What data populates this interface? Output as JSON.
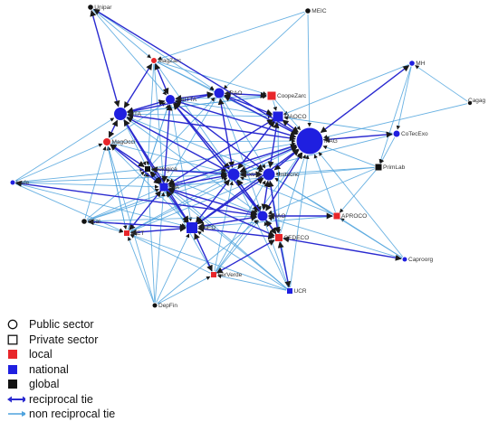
{
  "colors": {
    "local": "#e8262a",
    "national": "#1f1fe0",
    "global": "#111111",
    "reciprocal_edge": "#2a2ad0",
    "nonreciprocal_edge": "#4fa3dd"
  },
  "nodes": [
    {
      "id": "Unipar",
      "label": "Unipar",
      "sector": "public",
      "scope": "global"
    },
    {
      "id": "MEIC",
      "label": "MEIC",
      "sector": "public",
      "scope": "global"
    },
    {
      "id": "MH",
      "label": "MH",
      "sector": "public",
      "scope": "national"
    },
    {
      "id": "Cagag",
      "label": "Cagag",
      "sector": "public",
      "scope": "global"
    },
    {
      "id": "MagZarc",
      "label": "MagZarc",
      "sector": "public",
      "scope": "local"
    },
    {
      "id": "ARAO",
      "label": "ARAO",
      "sector": "public",
      "scope": "national"
    },
    {
      "id": "CoopeZarc",
      "label": "CoopeZarc",
      "sector": "private",
      "scope": "local"
    },
    {
      "id": "INTA",
      "label": "INTA",
      "sector": "public",
      "scope": "national"
    },
    {
      "id": "SNITTA",
      "label": "SNITTA",
      "sector": "public",
      "scope": "national"
    },
    {
      "id": "MAOCO",
      "label": "MAOCO",
      "sector": "private",
      "scope": "national"
    },
    {
      "id": "MAG",
      "label": "MAG",
      "sector": "public",
      "scope": "national"
    },
    {
      "id": "CoTecExo",
      "label": "CoTecExo",
      "sector": "public",
      "scope": "national"
    },
    {
      "id": "MagOcci",
      "label": "MagOcci",
      "sector": "public",
      "scope": "local"
    },
    {
      "id": "Ecologica",
      "label": "Ecologica",
      "sector": "private",
      "scope": "global"
    },
    {
      "id": "DExtAg",
      "label": "DExtAg",
      "sector": "public",
      "scope": "national"
    },
    {
      "id": "Unitecnc",
      "label": "Unitecnc",
      "sector": "public",
      "scope": "national"
    },
    {
      "id": "PrimLab",
      "label": "PrimLab",
      "sector": "private",
      "scope": "global"
    },
    {
      "id": "Icafe",
      "label": "Icafe",
      "sector": "public",
      "scope": "national"
    },
    {
      "id": "INA",
      "label": "INA",
      "sector": "private",
      "scope": "national"
    },
    {
      "id": "PNAO",
      "label": "PNAO",
      "sector": "public",
      "scope": "national"
    },
    {
      "id": "APROCO",
      "label": "APROCO",
      "sector": "private",
      "scope": "local"
    },
    {
      "id": "Ocal",
      "label": "Ocal",
      "sector": "public",
      "scope": "global"
    },
    {
      "id": "IRET",
      "label": "IRET",
      "sector": "private",
      "scope": "local"
    },
    {
      "id": "UNED",
      "label": "UNED",
      "sector": "private",
      "scope": "national"
    },
    {
      "id": "CEDECO",
      "label": "CEDECO",
      "sector": "private",
      "scope": "local"
    },
    {
      "id": "Caproorg",
      "label": "Caproorg",
      "sector": "public",
      "scope": "national"
    },
    {
      "id": "FerVerde",
      "label": "FerVerde",
      "sector": "private",
      "scope": "local"
    },
    {
      "id": "UCR",
      "label": "UCR",
      "sector": "private",
      "scope": "national"
    },
    {
      "id": "DepFin",
      "label": "DepFin",
      "sector": "public",
      "scope": "global"
    }
  ],
  "reciprocal_edges": [
    [
      "INTA",
      "SNITTA"
    ],
    [
      "INTA",
      "MagZarc"
    ],
    [
      "INTA",
      "MagOcci"
    ],
    [
      "INTA",
      "ARAO"
    ],
    [
      "INTA",
      "DExtAg"
    ],
    [
      "INTA",
      "MAG"
    ],
    [
      "INTA",
      "INA"
    ],
    [
      "INTA",
      "UNED"
    ],
    [
      "SNITTA",
      "ARAO"
    ],
    [
      "SNITTA",
      "MAG"
    ],
    [
      "SNITTA",
      "DExtAg"
    ],
    [
      "SNITTA",
      "Unitecnc"
    ],
    [
      "SNITTA",
      "INA"
    ],
    [
      "SNITTA",
      "PNAO"
    ],
    [
      "ARAO",
      "CoopeZarc"
    ],
    [
      "ARAO",
      "MAG"
    ],
    [
      "ARAO",
      "DExtAg"
    ],
    [
      "ARAO",
      "MAOCO"
    ],
    [
      "MAOCO",
      "MAG"
    ],
    [
      "MAOCO",
      "DExtAg"
    ],
    [
      "MAOCO",
      "Unitecnc"
    ],
    [
      "MAOCO",
      "INA"
    ],
    [
      "MAG",
      "DExtAg"
    ],
    [
      "MAG",
      "Unitecnc"
    ],
    [
      "MAG",
      "PNAO"
    ],
    [
      "MAG",
      "INA"
    ],
    [
      "MAG",
      "UNED"
    ],
    [
      "MAG",
      "CoTecExo"
    ],
    [
      "MAG",
      "MH"
    ],
    [
      "MAG",
      "Unipar"
    ],
    [
      "DExtAg",
      "Unitecnc"
    ],
    [
      "DExtAg",
      "PNAO"
    ],
    [
      "DExtAg",
      "INA"
    ],
    [
      "DExtAg",
      "UNED"
    ],
    [
      "DExtAg",
      "CEDECO"
    ],
    [
      "DExtAg",
      "Ecologica"
    ],
    [
      "Unitecnc",
      "PNAO"
    ],
    [
      "Unitecnc",
      "UNED"
    ],
    [
      "Unitecnc",
      "CEDECO"
    ],
    [
      "PNAO",
      "UNED"
    ],
    [
      "PNAO",
      "CEDECO"
    ],
    [
      "PNAO",
      "APROCO"
    ],
    [
      "PNAO",
      "INA"
    ],
    [
      "INA",
      "UNED"
    ],
    [
      "INA",
      "Ecologica"
    ],
    [
      "INA",
      "IRET"
    ],
    [
      "INA",
      "CEDECO"
    ],
    [
      "UNED",
      "IRET"
    ],
    [
      "UNED",
      "FerVerde"
    ],
    [
      "UNED",
      "CEDECO"
    ],
    [
      "UNED",
      "Ocal"
    ],
    [
      "MagOcci",
      "Ecologica"
    ],
    [
      "MagOcci",
      "INA"
    ],
    [
      "CEDECO",
      "UCR"
    ],
    [
      "FerVerde",
      "CEDECO"
    ],
    [
      "Unipar",
      "INTA"
    ],
    [
      "Icafe",
      "PNAO"
    ],
    [
      "CEDECO",
      "Caproorg"
    ],
    [
      "MagZarc",
      "SNITTA"
    ]
  ],
  "nonreciprocal_edges": [
    [
      "Unipar",
      "MagZarc"
    ],
    [
      "MEIC",
      "MAG"
    ],
    [
      "MEIC",
      "MagZarc"
    ],
    [
      "MEIC",
      "ARAO"
    ],
    [
      "MH",
      "CoTecExo"
    ],
    [
      "MH",
      "MAOCO"
    ],
    [
      "MH",
      "PrimLab"
    ],
    [
      "Cagag",
      "MAG"
    ],
    [
      "Cagag",
      "MH"
    ],
    [
      "CoTecExo",
      "MAOCO"
    ],
    [
      "CoTecExo",
      "DExtAg"
    ],
    [
      "PrimLab",
      "MAG"
    ],
    [
      "PrimLab",
      "Unitecnc"
    ],
    [
      "PrimLab",
      "INA"
    ],
    [
      "PrimLab",
      "PNAO"
    ],
    [
      "PrimLab",
      "APROCO"
    ],
    [
      "Icafe",
      "INTA"
    ],
    [
      "Icafe",
      "MagOcci"
    ],
    [
      "Icafe",
      "INA"
    ],
    [
      "Icafe",
      "Ecologica"
    ],
    [
      "Icafe",
      "IRET"
    ],
    [
      "Icafe",
      "UNED"
    ],
    [
      "Ocal",
      "MagOcci"
    ],
    [
      "Ocal",
      "Ecologica"
    ],
    [
      "Ocal",
      "INA"
    ],
    [
      "Ocal",
      "IRET"
    ],
    [
      "Ocal",
      "DExtAg"
    ],
    [
      "Ocal",
      "MAG"
    ],
    [
      "IRET",
      "MAG"
    ],
    [
      "IRET",
      "DExtAg"
    ],
    [
      "IRET",
      "Unitecnc"
    ],
    [
      "IRET",
      "Ecologica"
    ],
    [
      "IRET",
      "MagOcci"
    ],
    [
      "IRET",
      "SNITTA"
    ],
    [
      "DepFin",
      "IRET"
    ],
    [
      "DepFin",
      "UNED"
    ],
    [
      "DepFin",
      "INA"
    ],
    [
      "DepFin",
      "FerVerde"
    ],
    [
      "DepFin",
      "Ecologica"
    ],
    [
      "DepFin",
      "MagOcci"
    ],
    [
      "FerVerde",
      "MAG"
    ],
    [
      "FerVerde",
      "DExtAg"
    ],
    [
      "FerVerde",
      "Unitecnc"
    ],
    [
      "FerVerde",
      "PNAO"
    ],
    [
      "FerVerde",
      "INA"
    ],
    [
      "FerVerde",
      "IRET"
    ],
    [
      "UCR",
      "MAG"
    ],
    [
      "UCR",
      "Unitecnc"
    ],
    [
      "UCR",
      "PNAO"
    ],
    [
      "UCR",
      "INA"
    ],
    [
      "UCR",
      "UNED"
    ],
    [
      "UCR",
      "IRET"
    ],
    [
      "UCR",
      "Ecologica"
    ],
    [
      "UCR",
      "FerVerde"
    ],
    [
      "Caproorg",
      "MAG"
    ],
    [
      "Caproorg",
      "APROCO"
    ],
    [
      "Caproorg",
      "Unitecnc"
    ],
    [
      "Caproorg",
      "PNAO"
    ],
    [
      "APROCO",
      "MAG"
    ],
    [
      "APROCO",
      "Unitecnc"
    ],
    [
      "APROCO",
      "UNED"
    ],
    [
      "APROCO",
      "DExtAg"
    ],
    [
      "CoopeZarc",
      "MAG"
    ],
    [
      "CoopeZarc",
      "MAOCO"
    ],
    [
      "CoopeZarc",
      "INTA"
    ],
    [
      "CoopeZarc",
      "SNITTA"
    ],
    [
      "MagZarc",
      "ARAO"
    ],
    [
      "MagZarc",
      "MAG"
    ],
    [
      "MagZarc",
      "CoopeZarc"
    ],
    [
      "MagZarc",
      "Ecologica"
    ],
    [
      "MagZarc",
      "DExtAg"
    ],
    [
      "MagZarc",
      "INA"
    ],
    [
      "MagOcci",
      "MAG"
    ],
    [
      "MagOcci",
      "DExtAg"
    ],
    [
      "MagOcci",
      "SNITTA"
    ],
    [
      "MagOcci",
      "UNED"
    ],
    [
      "MagOcci",
      "IRET"
    ],
    [
      "Ecologica",
      "MAG"
    ],
    [
      "Ecologica",
      "Unitecnc"
    ],
    [
      "Ecologica",
      "PNAO"
    ],
    [
      "Ecologica",
      "UNED"
    ],
    [
      "Ecologica",
      "SNITTA"
    ],
    [
      "Ecologica",
      "ARAO"
    ],
    [
      "INTA",
      "MAOCO"
    ],
    [
      "INTA",
      "Unitecnc"
    ],
    [
      "INTA",
      "PNAO"
    ],
    [
      "INTA",
      "Ecologica"
    ],
    [
      "INTA",
      "CoopeZarc"
    ],
    [
      "SNITTA",
      "MAOCO"
    ],
    [
      "SNITTA",
      "UNED"
    ],
    [
      "SNITTA",
      "CEDECO"
    ],
    [
      "ARAO",
      "INA"
    ],
    [
      "ARAO",
      "Unitecnc"
    ],
    [
      "ARAO",
      "PNAO"
    ],
    [
      "MAOCO",
      "PNAO"
    ],
    [
      "MAOCO",
      "UNED"
    ],
    [
      "MAOCO",
      "CEDECO"
    ],
    [
      "CoTecExo",
      "PrimLab"
    ],
    [
      "Unipar",
      "ARAO"
    ],
    [
      "Unipar",
      "SNITTA"
    ],
    [
      "UNED",
      "MAG"
    ],
    [
      "CEDECO",
      "MAG"
    ],
    [
      "UCR",
      "DExtAg"
    ],
    [
      "DepFin",
      "PNAO"
    ],
    [
      "Icafe",
      "DExtAg"
    ],
    [
      "Ocal",
      "UNED"
    ],
    [
      "Ocal",
      "PNAO"
    ]
  ],
  "legend": {
    "public_label": "Public sector",
    "private_label": "Private sector",
    "local_label": "local",
    "national_label": "national",
    "global_label": "global",
    "reciprocal_label": "reciprocal tie",
    "nonreciprocal_label": "non reciprocal tie"
  }
}
